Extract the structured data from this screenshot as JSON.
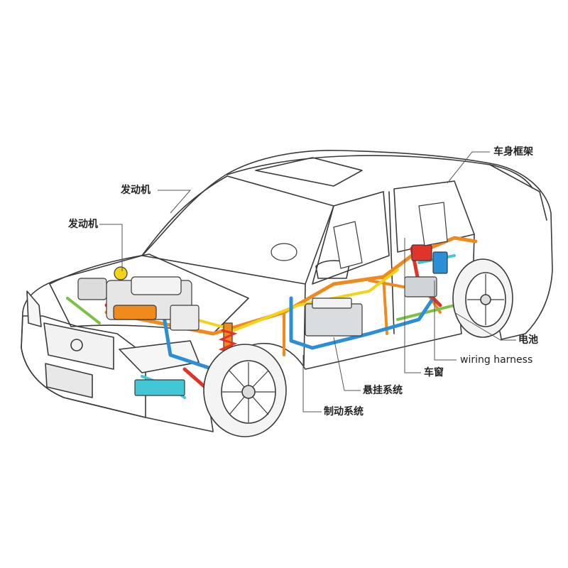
{
  "labels": {
    "engine_top": "发动机",
    "engine_mid": "发动机",
    "body_frame": "车身框架",
    "battery": "电池",
    "wiring_harness": "wiring harness",
    "window": "车窗",
    "suspension": "悬挂系统",
    "brake": "制动系统"
  },
  "colors": {
    "outline": "#3a3a3a",
    "leader": "#555555",
    "wiring_orange": "#f08a1c",
    "wiring_yellow": "#f2d21a",
    "wiring_green": "#7cc242",
    "coolant_blue": "#2a8fd6",
    "cyan": "#41c7d6",
    "red": "#e0332a",
    "battery_gray": "#d9dde0"
  }
}
